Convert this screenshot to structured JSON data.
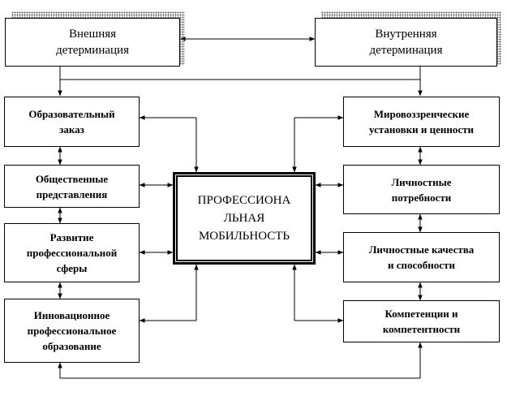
{
  "diagram": {
    "external_determination": "Внешняя\nдетерминация",
    "internal_determination": "Внутренняя\nдетерминация",
    "center": "ПРОФЕССИОНА\nЛЬНАЯ\nМОБИЛЬНОСТЬ",
    "left_boxes": [
      "Образовательный\nзаказ",
      "Общественные\nпредставления",
      "Развитие\nпрофессиональной\nсферы",
      "Инновационное\nпрофессиональное\nобразование"
    ],
    "right_boxes": [
      "Мировоззренческие\nустановки и ценности",
      "Личностные\nпотребности",
      "Личностные качества\nи способности",
      "Компетенции и\nкомпетентности"
    ]
  }
}
